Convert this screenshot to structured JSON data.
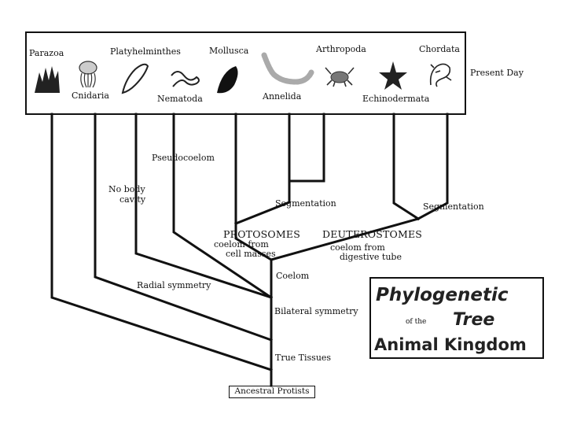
{
  "phyla": {
    "parazoa": "Parazoa",
    "cnidaria": "Cnidaria",
    "platyhelminthes": "Platyhelminthes",
    "nematoda": "Nematoda",
    "mollusca": "Mollusca",
    "annelida": "Annelida",
    "arthropoda": "Arthropoda",
    "echinodermata": "Echinodermata",
    "chordata": "Chordata"
  },
  "present_day": "Present Day",
  "traits": {
    "pseudocoelom": "Pseudocoelom",
    "no_body_cavity_1": "No body",
    "no_body_cavity_2": "cavity",
    "segmentation_left": "Segmentation",
    "segmentation_right": "Segmentation",
    "radial_symmetry": "Radial symmetry",
    "coelom": "Coelom",
    "bilateral_symmetry": "Bilateral symmetry",
    "true_tissues": "True Tissues",
    "ancestral_protists": "Ancestral Protists"
  },
  "groups": {
    "protostomes": "PROTOSOMES",
    "protostomes_note_1": "coelom from",
    "protostomes_note_2": "cell masses",
    "deuterostomes": "DEUTEROSTOMES",
    "deuterostomes_note_1": "coelom from",
    "deuterostomes_note_2": "digestive tube"
  },
  "title": {
    "line1": "Phylogenetic",
    "of_the": "of the",
    "line2": "Tree",
    "line3": "Animal Kingdom"
  },
  "icons": [
    "sponge-icon",
    "jellyfish-icon",
    "flatworm-icon",
    "roundworm-icon",
    "mussel-icon",
    "segmented-worm-icon",
    "crab-icon",
    "starfish-icon",
    "lizard-icon"
  ]
}
